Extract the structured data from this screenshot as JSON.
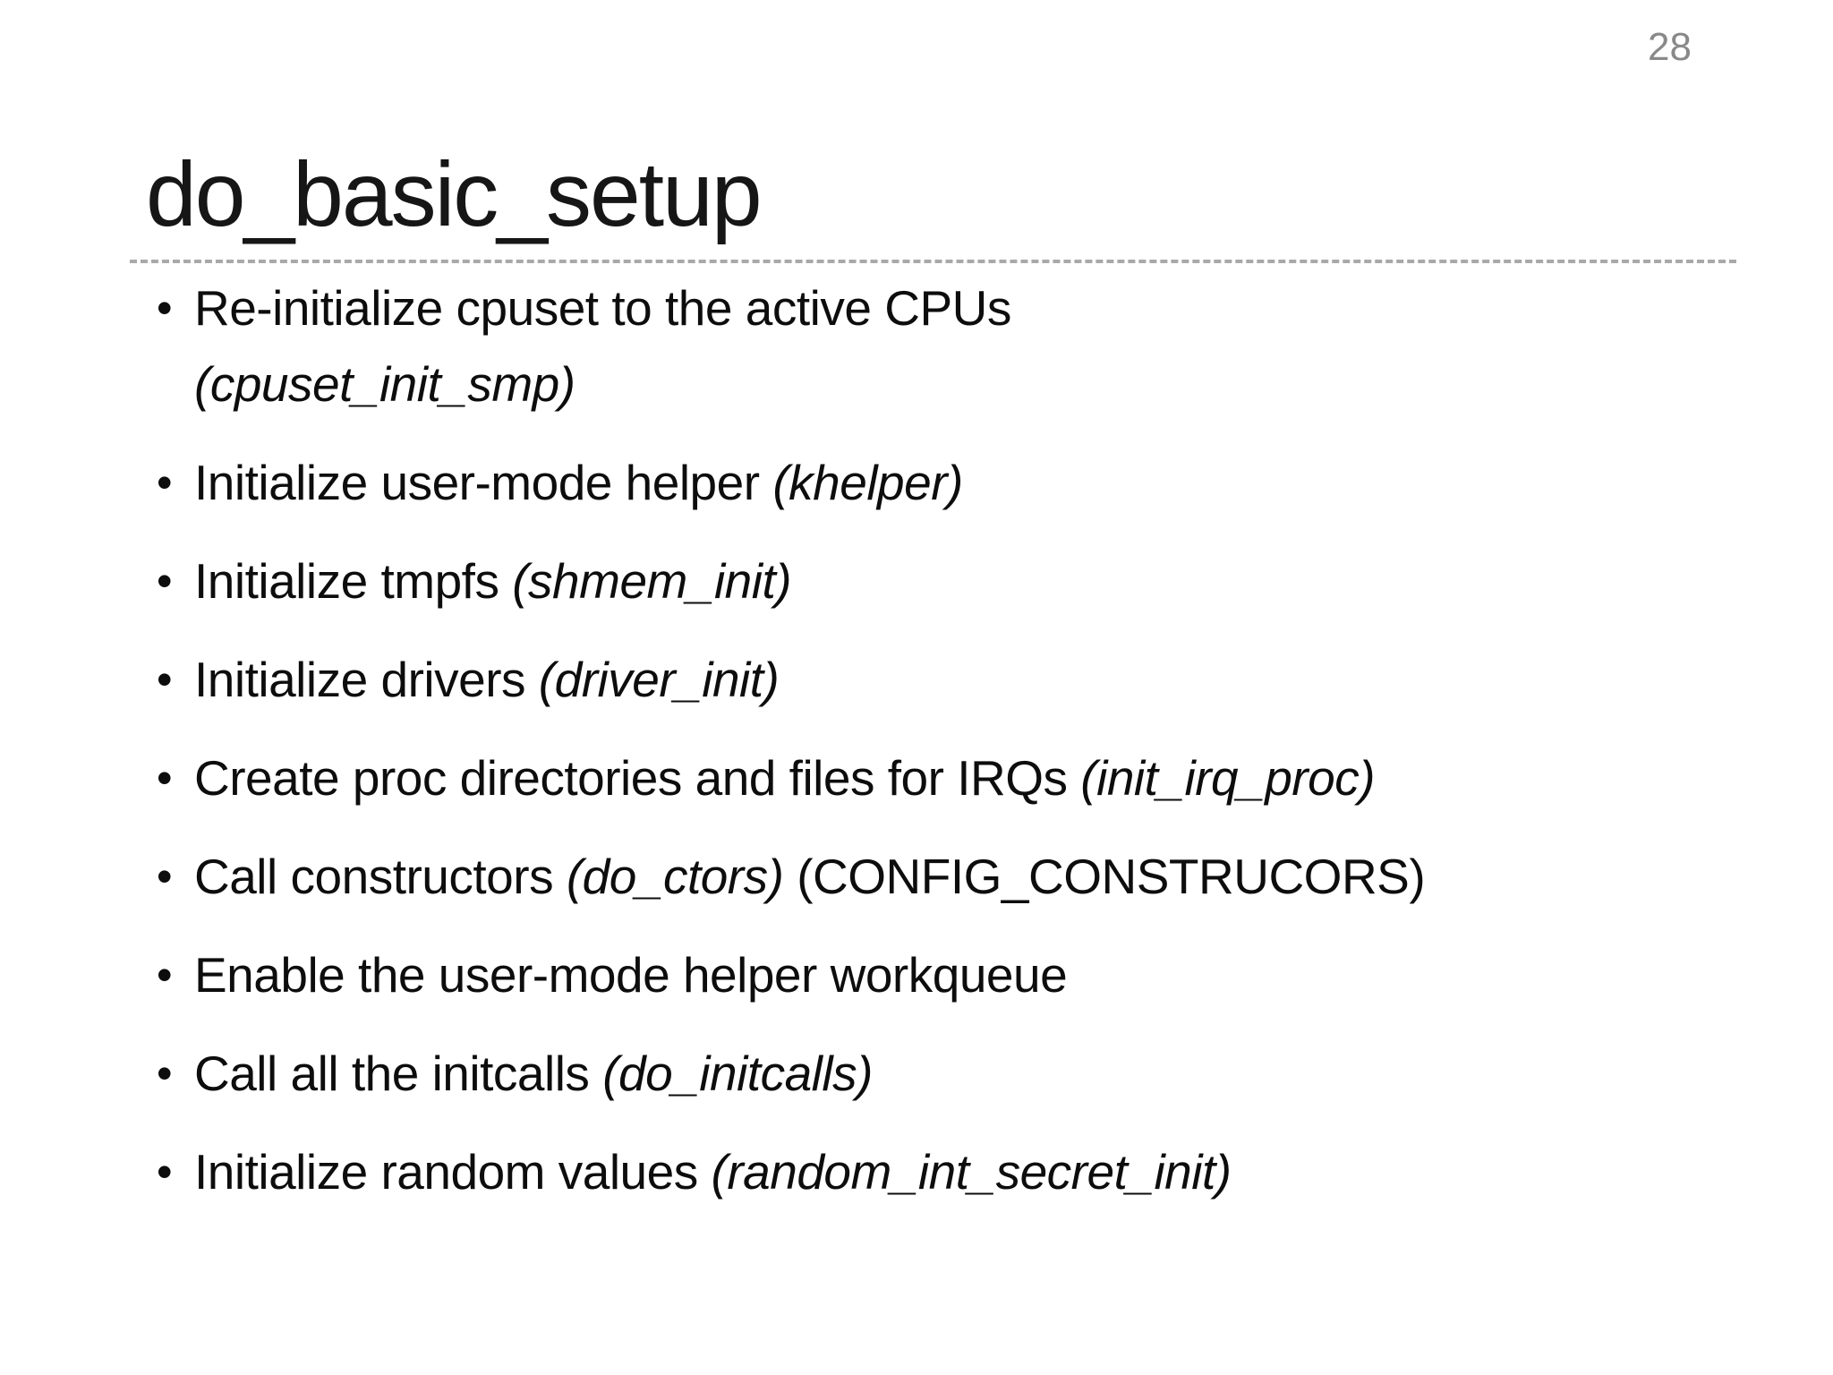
{
  "slide": {
    "page_number": "28",
    "title": "do_basic_setup",
    "colors": {
      "background": "#ffffff",
      "text": "#0d0d0d",
      "page_number": "#898989",
      "divider": "#a9a9a9"
    },
    "bullets": [
      {
        "segments": [
          {
            "text": "Re-initialize cpuset to the active CPUs",
            "italic": false
          },
          {
            "break": true
          },
          {
            "text": "(cpuset_init_smp)",
            "italic": true
          }
        ]
      },
      {
        "segments": [
          {
            "text": "Initialize user-mode helper ",
            "italic": false
          },
          {
            "text": "(khelper)",
            "italic": true
          }
        ]
      },
      {
        "segments": [
          {
            "text": "Initialize tmpfs ",
            "italic": false
          },
          {
            "text": "(shmem_init)",
            "italic": true
          }
        ]
      },
      {
        "segments": [
          {
            "text": "Initialize drivers ",
            "italic": false
          },
          {
            "text": "(driver_init)",
            "italic": true
          }
        ]
      },
      {
        "segments": [
          {
            "text": "Create proc directories and files for IRQs ",
            "italic": false
          },
          {
            "text": "(init_irq_proc)",
            "italic": true
          }
        ]
      },
      {
        "segments": [
          {
            "text": "Call constructors ",
            "italic": false
          },
          {
            "text": "(do_ctors)",
            "italic": true
          },
          {
            "text": " (CONFIG_CONSTRUCORS)",
            "italic": false
          }
        ]
      },
      {
        "segments": [
          {
            "text": "Enable the user-mode helper workqueue",
            "italic": false
          }
        ]
      },
      {
        "segments": [
          {
            "text": "Call all the initcalls ",
            "italic": false
          },
          {
            "text": "(do_initcalls)",
            "italic": true
          }
        ]
      },
      {
        "segments": [
          {
            "text": "Initialize random values ",
            "italic": false
          },
          {
            "text": "(random_int_secret_init)",
            "italic": true
          }
        ]
      }
    ]
  }
}
